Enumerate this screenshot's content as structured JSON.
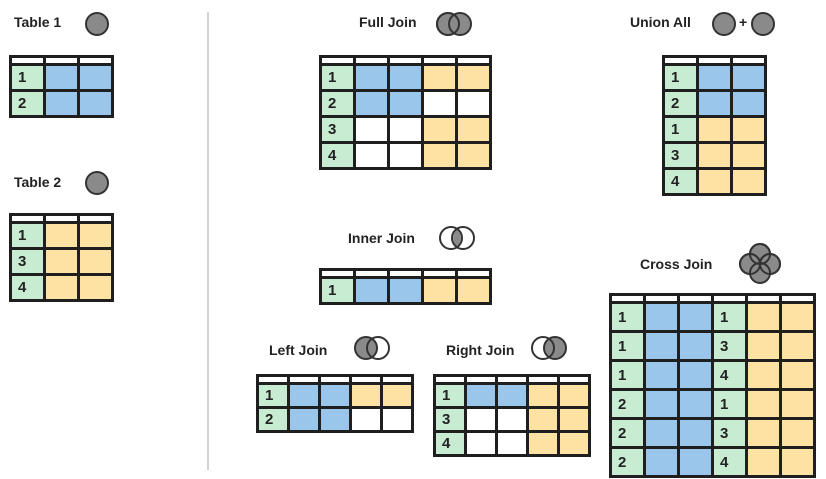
{
  "colors": {
    "key": "#c8ecd2",
    "table1": "#99c6ea",
    "table2": "#fde2a3",
    "empty": "#ffffff",
    "circle": "#8a8a8a"
  },
  "labels": {
    "table1": "Table 1",
    "table2": "Table 2",
    "full_join": "Full Join",
    "union_all": "Union All",
    "inner_join": "Inner Join",
    "cross_join": "Cross Join",
    "left_join": "Left Join",
    "right_join": "Right Join",
    "plus": "+"
  },
  "tables": [
    {
      "name": "table1",
      "rows": [
        [
          {
            "v": "1",
            "c": "g"
          },
          {
            "v": "",
            "c": "b"
          },
          {
            "v": "",
            "c": "b"
          }
        ],
        [
          {
            "v": "2",
            "c": "g"
          },
          {
            "v": "",
            "c": "b"
          },
          {
            "v": "",
            "c": "b"
          }
        ]
      ]
    },
    {
      "name": "table2",
      "rows": [
        [
          {
            "v": "1",
            "c": "g"
          },
          {
            "v": "",
            "c": "y"
          },
          {
            "v": "",
            "c": "y"
          }
        ],
        [
          {
            "v": "3",
            "c": "g"
          },
          {
            "v": "",
            "c": "y"
          },
          {
            "v": "",
            "c": "y"
          }
        ],
        [
          {
            "v": "4",
            "c": "g"
          },
          {
            "v": "",
            "c": "y"
          },
          {
            "v": "",
            "c": "y"
          }
        ]
      ]
    },
    {
      "name": "full-join",
      "rows": [
        [
          {
            "v": "1",
            "c": "g"
          },
          {
            "v": "",
            "c": "b"
          },
          {
            "v": "",
            "c": "b"
          },
          {
            "v": "",
            "c": "y"
          },
          {
            "v": "",
            "c": "y"
          }
        ],
        [
          {
            "v": "2",
            "c": "g"
          },
          {
            "v": "",
            "c": "b"
          },
          {
            "v": "",
            "c": "b"
          },
          {
            "v": "",
            "c": "w"
          },
          {
            "v": "",
            "c": "w"
          }
        ],
        [
          {
            "v": "3",
            "c": "g"
          },
          {
            "v": "",
            "c": "w"
          },
          {
            "v": "",
            "c": "w"
          },
          {
            "v": "",
            "c": "y"
          },
          {
            "v": "",
            "c": "y"
          }
        ],
        [
          {
            "v": "4",
            "c": "g"
          },
          {
            "v": "",
            "c": "w"
          },
          {
            "v": "",
            "c": "w"
          },
          {
            "v": "",
            "c": "y"
          },
          {
            "v": "",
            "c": "y"
          }
        ]
      ]
    },
    {
      "name": "union-all",
      "rows": [
        [
          {
            "v": "1",
            "c": "g"
          },
          {
            "v": "",
            "c": "b"
          },
          {
            "v": "",
            "c": "b"
          }
        ],
        [
          {
            "v": "2",
            "c": "g"
          },
          {
            "v": "",
            "c": "b"
          },
          {
            "v": "",
            "c": "b"
          }
        ],
        [
          {
            "v": "1",
            "c": "g"
          },
          {
            "v": "",
            "c": "y"
          },
          {
            "v": "",
            "c": "y"
          }
        ],
        [
          {
            "v": "3",
            "c": "g"
          },
          {
            "v": "",
            "c": "y"
          },
          {
            "v": "",
            "c": "y"
          }
        ],
        [
          {
            "v": "4",
            "c": "g"
          },
          {
            "v": "",
            "c": "y"
          },
          {
            "v": "",
            "c": "y"
          }
        ]
      ]
    },
    {
      "name": "inner-join",
      "rows": [
        [
          {
            "v": "1",
            "c": "g"
          },
          {
            "v": "",
            "c": "b"
          },
          {
            "v": "",
            "c": "b"
          },
          {
            "v": "",
            "c": "y"
          },
          {
            "v": "",
            "c": "y"
          }
        ]
      ]
    },
    {
      "name": "cross-join",
      "rows": [
        [
          {
            "v": "1",
            "c": "g"
          },
          {
            "v": "",
            "c": "b"
          },
          {
            "v": "",
            "c": "b"
          },
          {
            "v": "1",
            "c": "g"
          },
          {
            "v": "",
            "c": "y"
          },
          {
            "v": "",
            "c": "y"
          }
        ],
        [
          {
            "v": "1",
            "c": "g"
          },
          {
            "v": "",
            "c": "b"
          },
          {
            "v": "",
            "c": "b"
          },
          {
            "v": "3",
            "c": "g"
          },
          {
            "v": "",
            "c": "y"
          },
          {
            "v": "",
            "c": "y"
          }
        ],
        [
          {
            "v": "1",
            "c": "g"
          },
          {
            "v": "",
            "c": "b"
          },
          {
            "v": "",
            "c": "b"
          },
          {
            "v": "4",
            "c": "g"
          },
          {
            "v": "",
            "c": "y"
          },
          {
            "v": "",
            "c": "y"
          }
        ],
        [
          {
            "v": "2",
            "c": "g"
          },
          {
            "v": "",
            "c": "b"
          },
          {
            "v": "",
            "c": "b"
          },
          {
            "v": "1",
            "c": "g"
          },
          {
            "v": "",
            "c": "y"
          },
          {
            "v": "",
            "c": "y"
          }
        ],
        [
          {
            "v": "2",
            "c": "g"
          },
          {
            "v": "",
            "c": "b"
          },
          {
            "v": "",
            "c": "b"
          },
          {
            "v": "3",
            "c": "g"
          },
          {
            "v": "",
            "c": "y"
          },
          {
            "v": "",
            "c": "y"
          }
        ],
        [
          {
            "v": "2",
            "c": "g"
          },
          {
            "v": "",
            "c": "b"
          },
          {
            "v": "",
            "c": "b"
          },
          {
            "v": "4",
            "c": "g"
          },
          {
            "v": "",
            "c": "y"
          },
          {
            "v": "",
            "c": "y"
          }
        ]
      ]
    },
    {
      "name": "left-join",
      "rows": [
        [
          {
            "v": "1",
            "c": "g"
          },
          {
            "v": "",
            "c": "b"
          },
          {
            "v": "",
            "c": "b"
          },
          {
            "v": "",
            "c": "y"
          },
          {
            "v": "",
            "c": "y"
          }
        ],
        [
          {
            "v": "2",
            "c": "g"
          },
          {
            "v": "",
            "c": "b"
          },
          {
            "v": "",
            "c": "b"
          },
          {
            "v": "",
            "c": "w"
          },
          {
            "v": "",
            "c": "w"
          }
        ]
      ]
    },
    {
      "name": "right-join",
      "rows": [
        [
          {
            "v": "1",
            "c": "g"
          },
          {
            "v": "",
            "c": "b"
          },
          {
            "v": "",
            "c": "b"
          },
          {
            "v": "",
            "c": "y"
          },
          {
            "v": "",
            "c": "y"
          }
        ],
        [
          {
            "v": "3",
            "c": "g"
          },
          {
            "v": "",
            "c": "w"
          },
          {
            "v": "",
            "c": "w"
          },
          {
            "v": "",
            "c": "y"
          },
          {
            "v": "",
            "c": "y"
          }
        ],
        [
          {
            "v": "4",
            "c": "g"
          },
          {
            "v": "",
            "c": "w"
          },
          {
            "v": "",
            "c": "w"
          },
          {
            "v": "",
            "c": "y"
          },
          {
            "v": "",
            "c": "y"
          }
        ]
      ]
    }
  ]
}
